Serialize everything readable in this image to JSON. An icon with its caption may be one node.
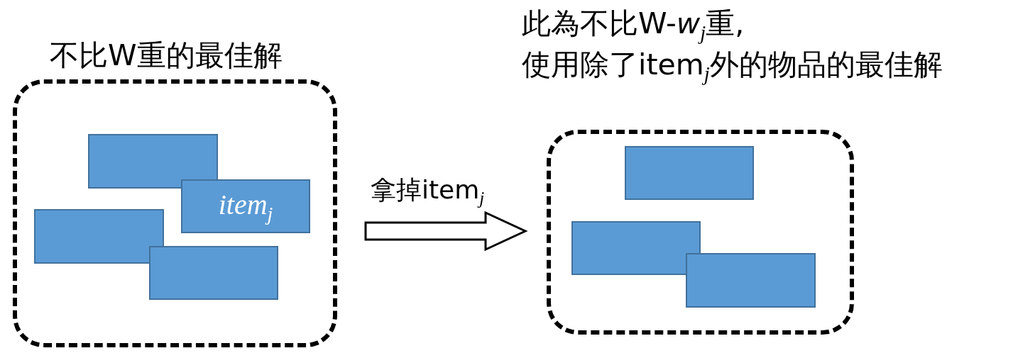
{
  "diagram": {
    "nodes": [
      {
        "text": [
          "不比W重的最佳解"
        ]
      },
      {
        "text": [],
        "shape": "box",
        "in": 0
      },
      {
        "text": [
          "item$_{j}$"
        ],
        "in": 0
      },
      {
        "text": [],
        "shape": "box",
        "in": 0
      },
      {
        "text": [],
        "shape": "box",
        "in": 0
      },
      {
        "text": [
          "此為不比W-*w*$_{j}$重,",
          "使用除了item$_{j}$外的物品的最佳解"
        ]
      },
      {
        "text": [],
        "shape": "box",
        "in": 5
      },
      {
        "text": [],
        "shape": "box",
        "in": 5
      },
      {
        "text": [],
        "shape": "box",
        "in": 5
      }
    ],
    "edges": [
      {
        "from": 0,
        "to": 5,
        "arrow": "to",
        "label": "拿掉item$_{j}$"
      }
    ]
  }
}
